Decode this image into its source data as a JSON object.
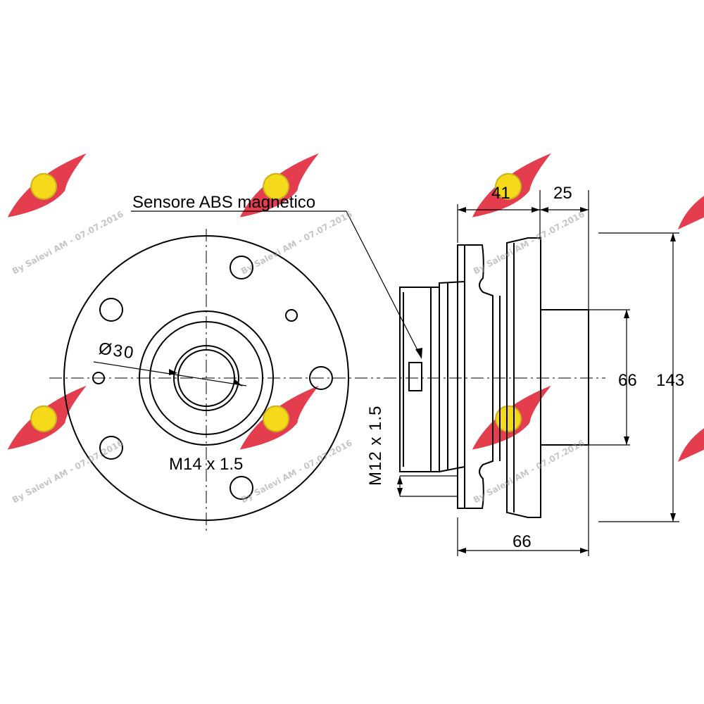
{
  "annotations": {
    "abs_sensor": "Sensore ABS magnetico",
    "bore_diameter": "Ø30",
    "center_thread": "M14 x 1.5",
    "stud_thread": "M12 x 1.5",
    "dim_41": "41",
    "dim_25": "25",
    "dim_66_side": "66",
    "dim_143": "143",
    "dim_66_bottom": "66"
  },
  "watermark": {
    "text": "By Salevi AM - 07.07.2016",
    "colors": {
      "wing": "#e0283a",
      "badge": "#f3d600"
    }
  }
}
